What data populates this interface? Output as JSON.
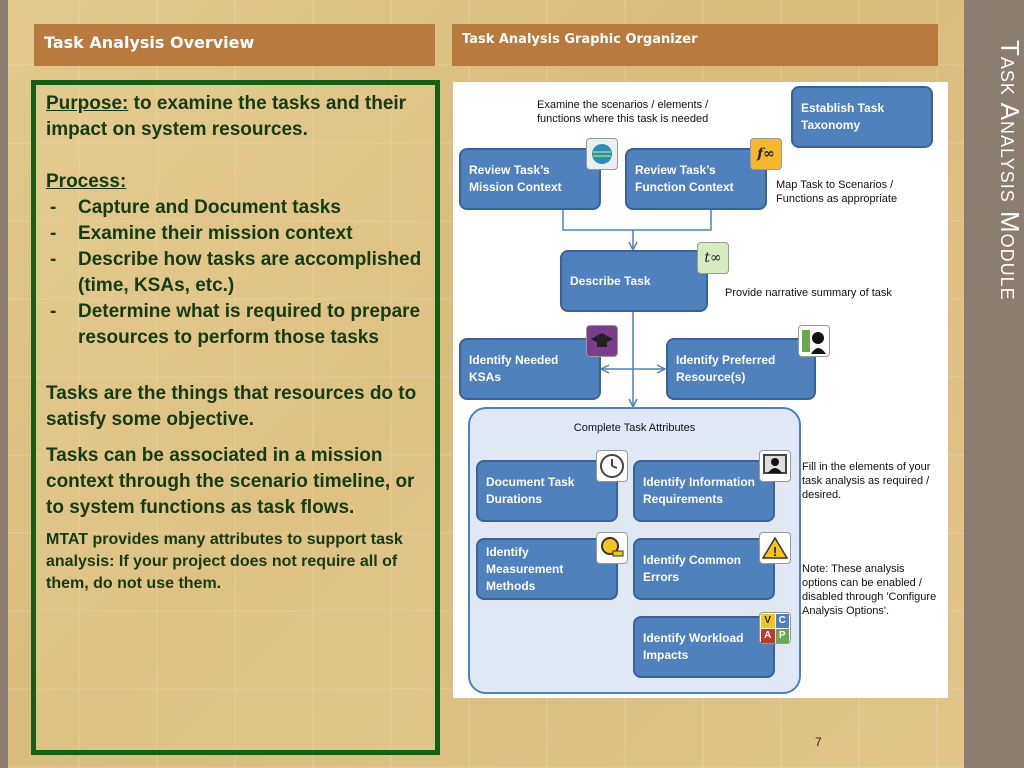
{
  "slide": {
    "vertical_title": "Task Analysis Module",
    "left_header": "Task Analysis Overview",
    "right_header": "Task Analysis Graphic Organizer",
    "page_number": "7"
  },
  "content": {
    "purpose_label": "Purpose:",
    "purpose_text": " to examine the tasks and their impact on system resources.",
    "process_label": "Process:",
    "process_items": [
      "Capture and Document tasks",
      "Examine their mission context",
      "Describe how tasks are accomplished (time, KSAs, etc.)",
      "Determine what is required to prepare resources to perform those tasks"
    ],
    "para1": "Tasks are the things that resources do to satisfy some objective.",
    "para2": "Tasks can be associated in a mission context through the scenario timeline, or to system functions as task flows.",
    "para3": "MTAT provides many attributes to support task analysis: If your project does not require all of them, do not use them."
  },
  "diagram": {
    "top_note": "Examine the scenarios / elements / functions where this task is needed",
    "establish": "Establish Task Taxonomy",
    "mission": "Review Task’s Mission Context",
    "function": "Review Task’s Function Context",
    "map_note": "Map Task to Scenarios / Functions as appropriate",
    "describe": "Describe Task",
    "narrative_note": "Provide narrative summary of task",
    "ksas": "Identify Needed KSAs",
    "preferred": "Identify Preferred Resource(s)",
    "panel_title": "Complete Task Attributes",
    "durations": "Document Task Durations",
    "info_req": "Identify Information Requirements",
    "measurement": "Identify Measurement Methods",
    "errors": "Identify Common Errors",
    "workload": "Identify Workload Impacts",
    "fill_note": "Fill in the elements of your task analysis as required / desired.",
    "options_note": "Note: These analysis options can be enabled / disabled through 'Configure Analysis Options'.",
    "fx_label": "f∞",
    "tx_label": "t∞",
    "vcap": [
      "V",
      "C",
      "A",
      "P"
    ]
  }
}
